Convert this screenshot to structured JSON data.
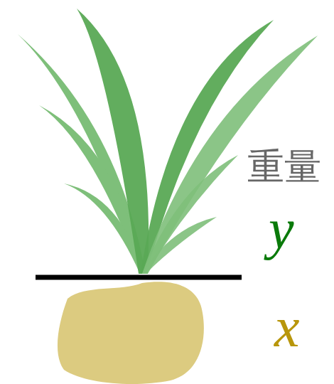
{
  "diagram": {
    "labels": [
      "重量",
      "y",
      "x"
    ]
  }
}
